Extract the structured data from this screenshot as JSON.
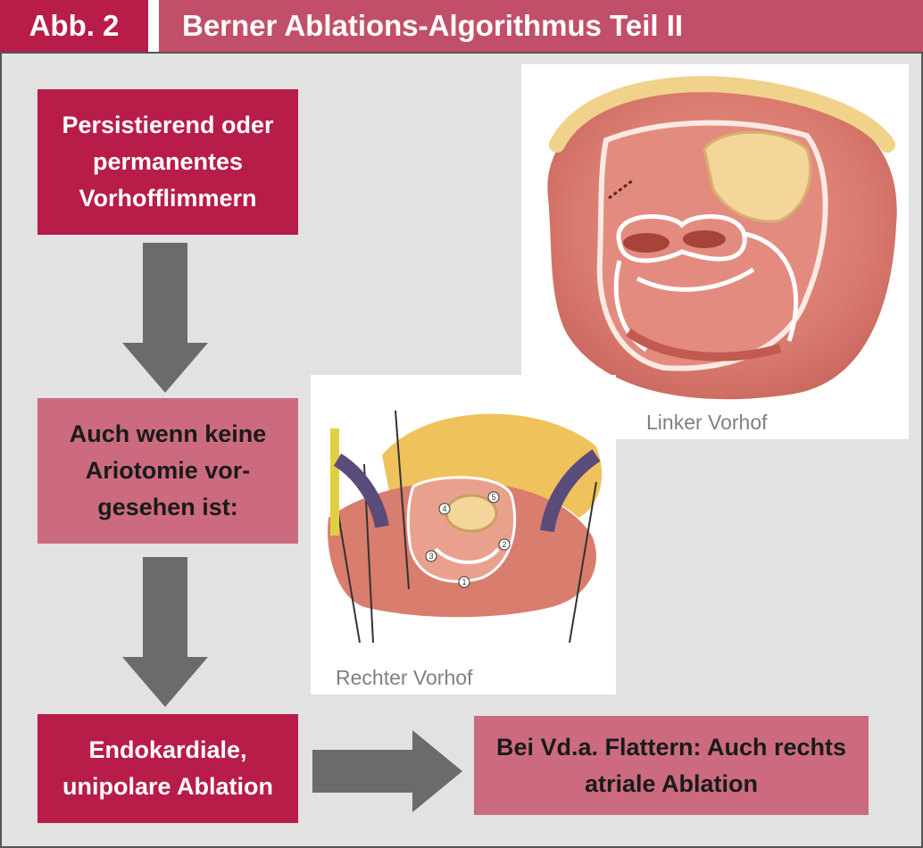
{
  "header": {
    "figure_label": "Abb. 2",
    "title": "Berner Ablations-Algorithmus Teil II"
  },
  "flow": {
    "box1": "Persistierend oder permanentes Vorhofflimmern",
    "box2": "Auch wenn keine Ariotomie vor-gesehen ist:",
    "box3": "Endokardiale, unipolare Ablation",
    "box4": "Bei Vd.a. Flattern: Auch rechts atriale Ablation"
  },
  "images": {
    "left_atrium_caption": "Linker Vorhof",
    "right_atrium_caption": "Rechter Vorhof",
    "markers": [
      "1",
      "2",
      "3",
      "4",
      "5"
    ]
  },
  "colors": {
    "dark_box": "#b81c48",
    "light_box": "#cc6b80",
    "arrow": "#6b6b6b",
    "panel": "#e2e2e2"
  }
}
